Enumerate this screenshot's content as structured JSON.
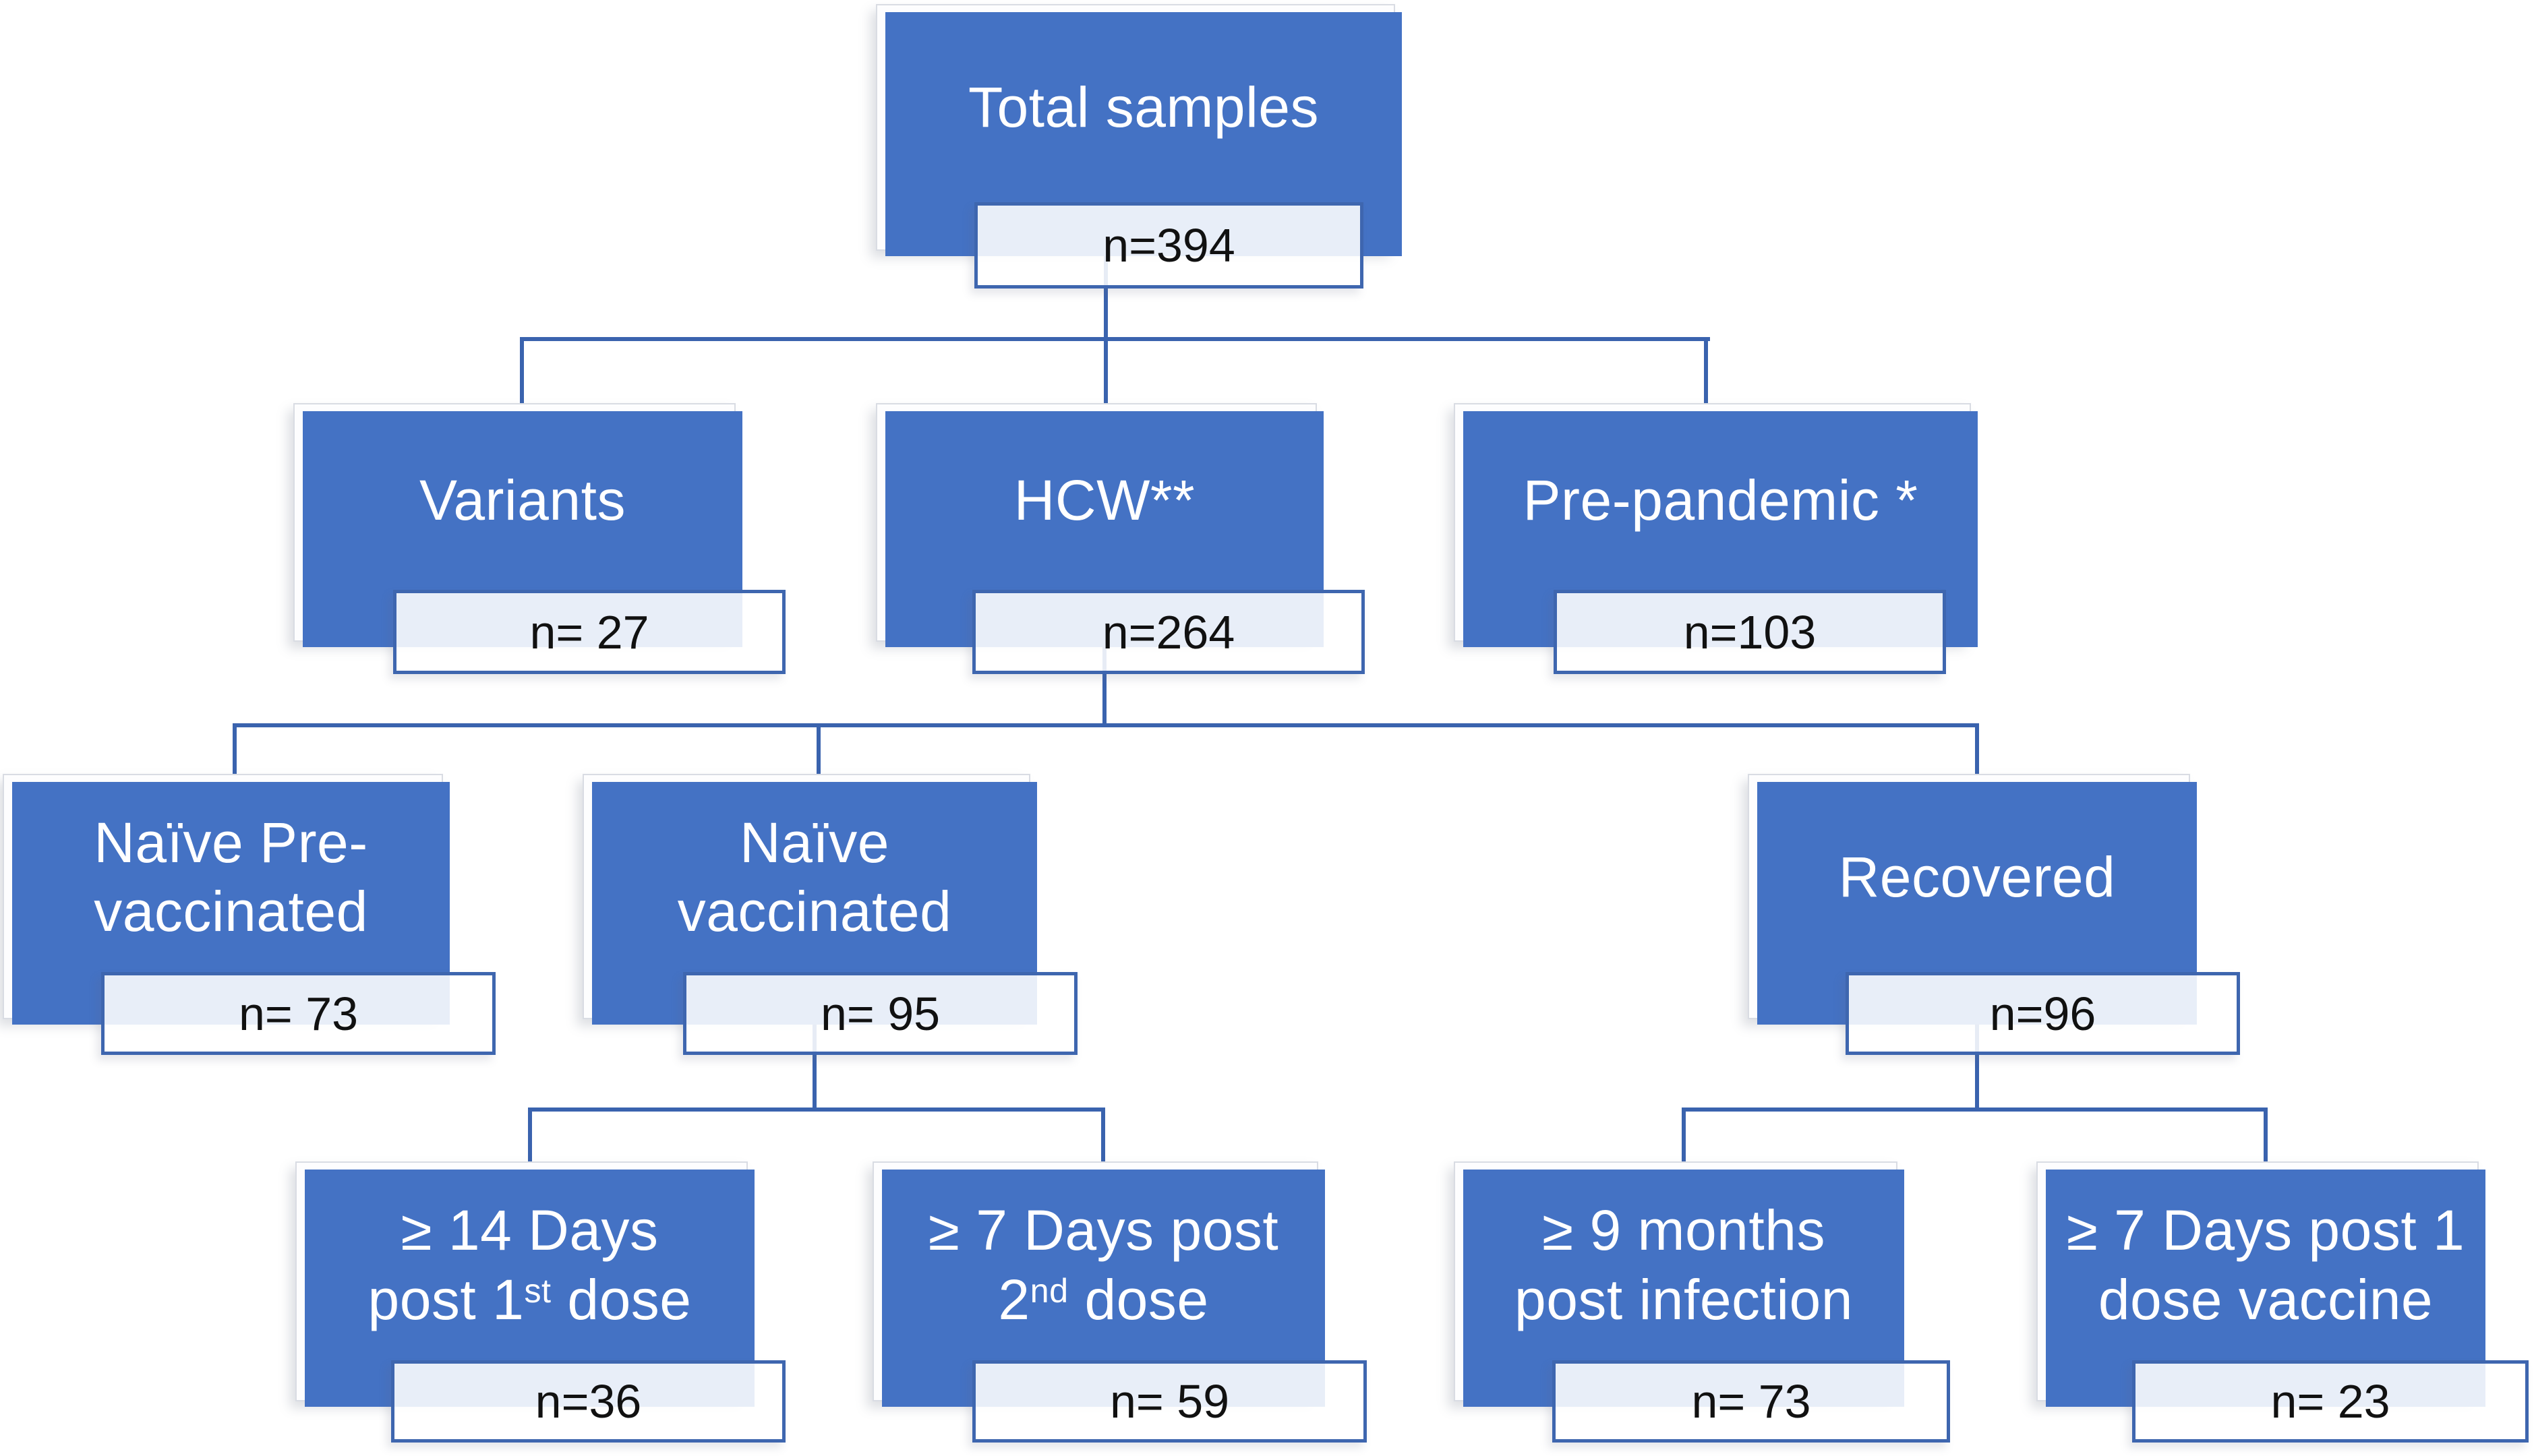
{
  "diagram": {
    "title": "Sample distribution flowchart",
    "colors": {
      "box_fill": "#4472c4",
      "box_text": "#ffffff",
      "label_border": "#3e66af",
      "label_bg": "rgba(255,255,255,0.88)",
      "label_text": "#111111",
      "connector": "#3a63ae",
      "background": "#ffffff"
    },
    "nodes": [
      {
        "id": "total",
        "title_parts": [
          {
            "text": "Total samples"
          }
        ],
        "count_label": "n=394"
      },
      {
        "id": "variants",
        "title_parts": [
          {
            "text": "Variants"
          }
        ],
        "count_label": "n= 27"
      },
      {
        "id": "hcw",
        "title_parts": [
          {
            "text": "HCW**"
          }
        ],
        "count_label": "n=264"
      },
      {
        "id": "prepandemic",
        "title_parts": [
          {
            "text": "Pre-pandemic *"
          }
        ],
        "count_label": "n=103"
      },
      {
        "id": "naive-prevaccinated",
        "title_parts": [
          {
            "text": "Naïve Pre-"
          },
          {
            "br": true
          },
          {
            "text": "vaccinated"
          }
        ],
        "count_label": "n= 73"
      },
      {
        "id": "naive-vaccinated",
        "title_parts": [
          {
            "text": "Naïve"
          },
          {
            "br": true
          },
          {
            "text": "vaccinated"
          }
        ],
        "count_label": "n= 95"
      },
      {
        "id": "recovered",
        "title_parts": [
          {
            "text": "Recovered"
          }
        ],
        "count_label": "n=96"
      },
      {
        "id": "ge14-days-post-1st-dose",
        "title_parts": [
          {
            "text": "≥ 14 Days"
          },
          {
            "br": true
          },
          {
            "text": "post 1"
          },
          {
            "text": "st",
            "sup": true
          },
          {
            "text": " dose"
          }
        ],
        "count_label": "n=36"
      },
      {
        "id": "ge7-days-post-2nd-dose",
        "title_parts": [
          {
            "text": "≥ 7 Days post"
          },
          {
            "br": true
          },
          {
            "text": "2"
          },
          {
            "text": "nd",
            "sup": true
          },
          {
            "text": " dose"
          }
        ],
        "count_label": "n= 59"
      },
      {
        "id": "ge9-months-post-infection",
        "title_parts": [
          {
            "text": "≥ 9 months"
          },
          {
            "br": true
          },
          {
            "text": "post  infection"
          }
        ],
        "count_label": "n= 73"
      },
      {
        "id": "ge7-days-post-1-dose",
        "title_parts": [
          {
            "text": "≥ 7 Days post 1"
          },
          {
            "br": true
          },
          {
            "text": "dose vaccine"
          }
        ],
        "count_label": "n= 23"
      }
    ],
    "edges": [
      {
        "from": "total",
        "to": [
          "variants",
          "hcw",
          "prepandemic"
        ]
      },
      {
        "from": "hcw",
        "to": [
          "naive-prevaccinated",
          "naive-vaccinated",
          "recovered"
        ]
      },
      {
        "from": "naive-vaccinated",
        "to": [
          "ge14-days-post-1st-dose",
          "ge7-days-post-2nd-dose"
        ]
      },
      {
        "from": "recovered",
        "to": [
          "ge9-months-post-infection",
          "ge7-days-post-1-dose"
        ]
      }
    ]
  }
}
